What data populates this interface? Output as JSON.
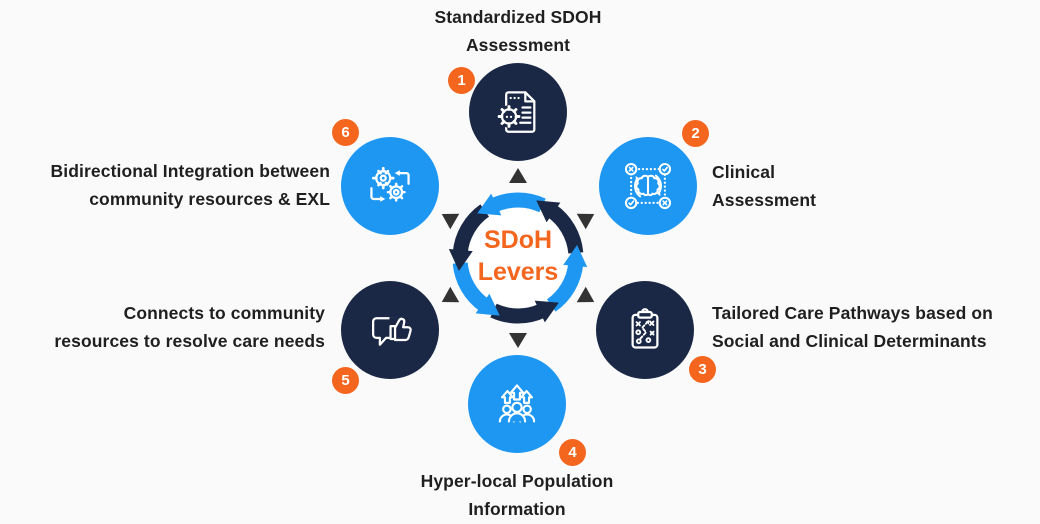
{
  "center": {
    "line1": "SDoH",
    "line2": "Levers"
  },
  "nodes": [
    {
      "num": "1",
      "icon": "document-gear-icon",
      "lines": [
        "Standardized SDOH",
        "Assessment"
      ]
    },
    {
      "num": "2",
      "icon": "brain-assessment-icon",
      "lines": [
        "Clinical",
        "Assessment"
      ]
    },
    {
      "num": "3",
      "icon": "strategy-clipboard-icon",
      "lines": [
        "Tailored Care Pathways based on",
        "Social and Clinical Determinants"
      ]
    },
    {
      "num": "4",
      "icon": "population-growth-icon",
      "lines": [
        "Hyper-local Population",
        "Information"
      ]
    },
    {
      "num": "5",
      "icon": "feedback-thumbs-up-icon",
      "lines": [
        "Connects to community",
        "resources to resolve care needs"
      ]
    },
    {
      "num": "6",
      "icon": "bidirectional-gears-icon",
      "lines": [
        "Bidirectional Integration between",
        "community resources & EXL"
      ]
    }
  ],
  "colors": {
    "blue": "#1d97f2",
    "navy": "#1a2845",
    "orange": "#f4661e",
    "background": "#fafafa",
    "text": "#1f1f1f",
    "pointer": "#333333"
  }
}
